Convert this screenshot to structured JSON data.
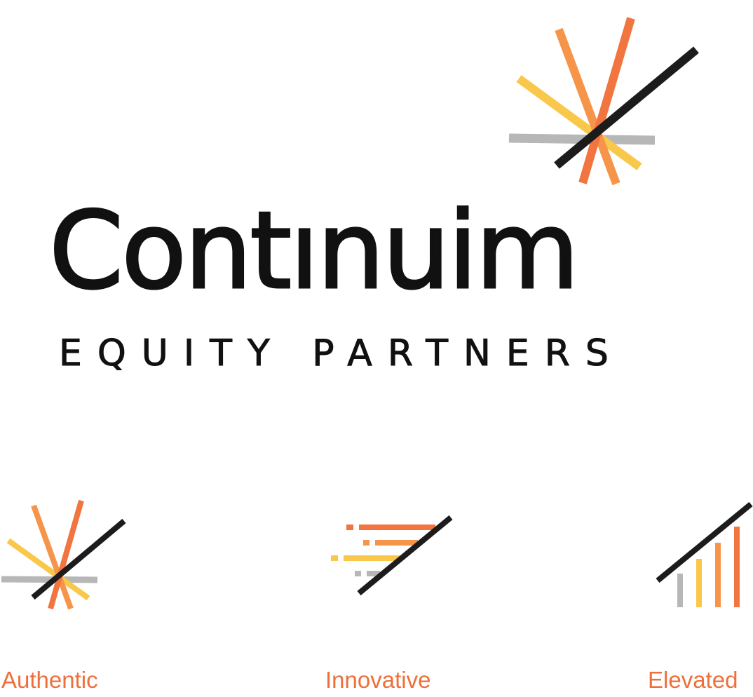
{
  "brand": {
    "wordmark": "Contınuim",
    "subtitle": "EQUITY PARTNERS"
  },
  "values": [
    {
      "label": "Authentic",
      "icon": "starburst-icon"
    },
    {
      "label": "Innovative",
      "icon": "speed-lines-icon"
    },
    {
      "label": "Elevated",
      "icon": "rising-bars-icon"
    }
  ],
  "colors": {
    "black": "#1c1c1c",
    "orange": "#f2743f",
    "light_orange": "#f6954a",
    "yellow": "#f9c84a",
    "gray": "#b7b7b7",
    "label": "#ee6f3a"
  }
}
